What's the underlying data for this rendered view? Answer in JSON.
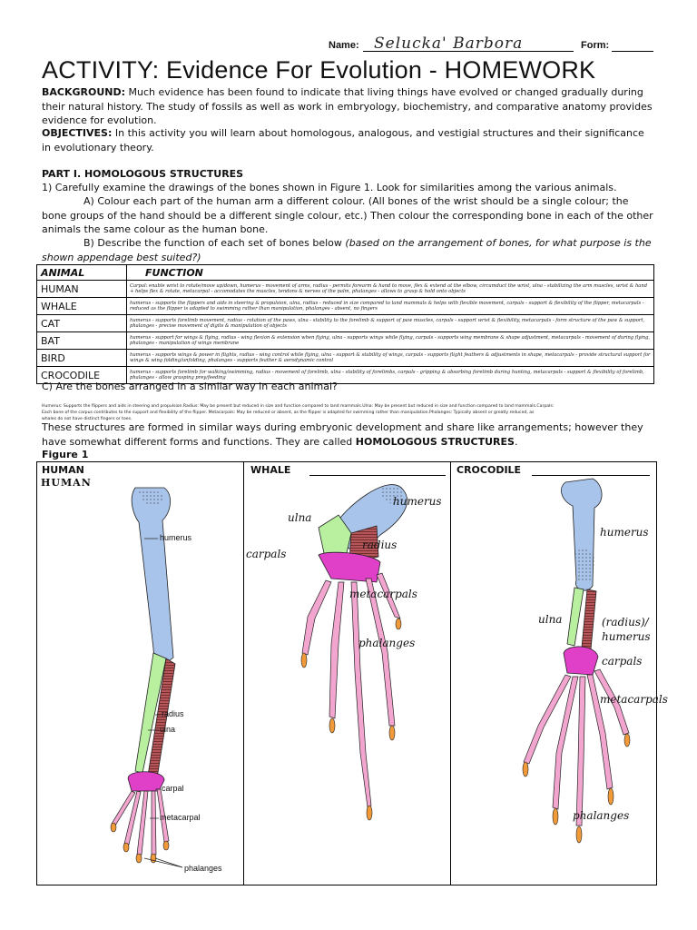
{
  "header": {
    "name_label": "Name:",
    "name_value": "Selucka' Barbora",
    "form_label": "Form:"
  },
  "title": "ACTIVITY: Evidence For Evolution - HOMEWORK",
  "background": {
    "label": "BACKGROUND:",
    "text": "Much evidence has been found to indicate that living things have evolved or changed gradually during their natural history. The study of fossils as well as work in embryology, biochemistry, and comparative anatomy provides evidence for evolution."
  },
  "objectives": {
    "label": "OBJECTIVES:",
    "text": "In this activity you will learn about homologous, analogous, and vestigial structures and their significance in evolutionary theory."
  },
  "part1": {
    "heading": "PART I. HOMOLOGOUS STRUCTURES",
    "q1": "1) Carefully examine the drawings of the bones shown in Figure 1. Look for similarities among the various animals.",
    "qa": "A) Colour each part of the human arm a different colour. (All bones of the wrist should be a single colour; the bone groups of the hand should be a different single colour, etc.) Then colour the corresponding bone in each of the other animals the same colour as the human bone.",
    "qb_main": "B) Describe the function of each set of bones below",
    "qb_italic": "(based on the arrangement of bones, for what purpose is the shown appendage best suited?)"
  },
  "table": {
    "col_animal": "ANIMAL",
    "col_function": "FUNCTION",
    "rows": [
      {
        "animal": "HUMAN",
        "function": "Carpal: enable wrist to rotate/move up/down, humerus - movement of arms, radius - permits forearm & hand to move, flex & extend at the elbow, circumduct the wrist, ulna - stabilizing the arm muscles, wrist & hand + helps flex & rotate, metacarpal - accomodates the muscles, tendons & nerves of the palm, phalanges - allows to grasp & hold onto objects"
      },
      {
        "animal": "WHALE",
        "function": "humerus - supports the flippers and aids in steering & propulsion, ulna, radius - reduced in size compared to land mammals & helps with flexible movement, carpals - support & flexibility of the flipper, metacarpals - reduced as the flipper is adapted to swimming rather than manipulation, phalanges - absent, no fingers"
      },
      {
        "animal": "CAT",
        "function": "humerus - supports forelimb movement, radius - rotation of the paws, ulna - stability to the forelimb & support of paw muscles, carpals - support wrist & flexibility, metacarpals - form structure of the paw & support, phalanges - precise movement of digits & manipulation of objects"
      },
      {
        "animal": "BAT",
        "function": "humerus - support for wings & flying, radius - wing flexion & extension when flying, ulna - supports wings while flying, carpals - supports wing membrane & shape adjustment, metacarpals - movement of during flying, phalanges - manipulation of wings membrane"
      },
      {
        "animal": "BIRD",
        "function": "humerus - supports wings & power in flights, radius - wing control while flying, ulna - support & stability of wings, carpals - supports flight feathers & adjustments in shape, metacarpals - provide structural support for wings & wing folding/unfolding, phalanges - supports feather & aerodynamic control"
      },
      {
        "animal": "CROCODILE",
        "function": "humerus - supports forelimb for walking/swimming, radius - movement of forelimb, ulna - stability of forelimbs, carpals - gripping & absorbing forelimb during hunting, metacarpals - support & flexibility of forelimb, phalanges - allow grasping prey/feeding"
      }
    ]
  },
  "qc": "C) Are the bones arranged in a similar way in each animal?",
  "small_answer": {
    "line1": "Humerus: Supports the flippers and aids in steering and propulsion.Radius: May be present but reduced in size and function compared to land mammals.Ulna: May be present but reduced in size and function compared to land mammals.Carpals:",
    "line2": "Each bone of the carpus contributes to the support and flexibility of the flipper. Metacarpals: May be reduced or absent, as the flipper is adapted for swimming rather than manipulation.Phalanges: Typically absent or greatly reduced, as",
    "line3": "whales do not have distinct fingers or toes."
  },
  "homologous_text": {
    "main": "These structures are formed in similar ways during embryonic development and share like arrangements; however they have somewhat different forms and functions. They are called",
    "bold": "HOMOLOGOUS STRUCTURES",
    "end": "."
  },
  "figure": {
    "caption": "Figure 1",
    "human": {
      "heading": "HUMAN",
      "handwritten": "HUMAN",
      "labels": [
        "humerus",
        "radius",
        "ulna",
        "carpal",
        "metacarpal",
        "phalanges"
      ]
    },
    "whale": {
      "heading": "WHALE",
      "labels": [
        "humerus",
        "ulna",
        "radius",
        "carpals",
        "metacarpals",
        "phalanges"
      ]
    },
    "crocodile": {
      "heading": "CROCODILE",
      "labels": [
        "humerus",
        "ulna",
        "(radius)/ humerus",
        "carpals",
        "metacarpals",
        "phalanges"
      ]
    },
    "colors": {
      "humerus": "#a9c4ea",
      "ulna": "#b8f0a0",
      "radius": "#b5565a",
      "carpal": "#e040c8",
      "metacarpal": "#f2a6cf",
      "phalanges_tip": "#f09a3a"
    }
  }
}
